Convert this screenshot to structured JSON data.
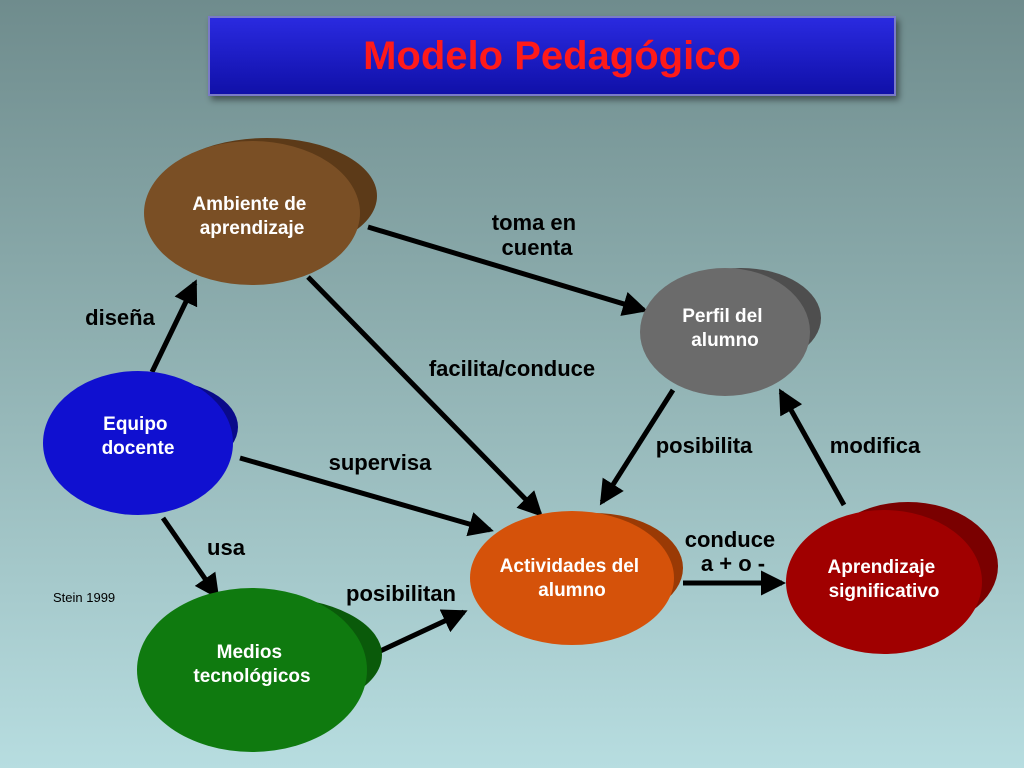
{
  "title": "Modelo Pedagógico",
  "citation": "Stein 1999",
  "colors": {
    "title_bg": "#1a1ac8",
    "title_text": "#ff1a1a",
    "ambiente": "#7a4f25",
    "perfil": "#6b6b6b",
    "equipo": "#1010d0",
    "actividades": "#d5520a",
    "aprendizaje": "#a00000",
    "medios": "#0f7a0f"
  },
  "nodes": {
    "ambiente": {
      "lines": [
        "Ambiente de",
        "aprendizaje"
      ]
    },
    "perfil": {
      "lines": [
        "Perfil del",
        "alumno"
      ]
    },
    "equipo": {
      "lines": [
        "Equipo",
        "docente"
      ]
    },
    "actividades": {
      "lines": [
        "Actividades del",
        "alumno"
      ]
    },
    "aprendizaje": {
      "lines": [
        "Aprendizaje",
        "significativo"
      ]
    },
    "medios": {
      "lines": [
        "Medios",
        "tecnológicos"
      ]
    }
  },
  "edges": {
    "disena": {
      "lines": [
        "diseña"
      ]
    },
    "toma": {
      "lines": [
        "toma en",
        "cuenta"
      ]
    },
    "facilita": {
      "lines": [
        "facilita/conduce"
      ]
    },
    "supervisa": {
      "lines": [
        "supervisa"
      ]
    },
    "posibilita": {
      "lines": [
        "posibilita"
      ]
    },
    "modifica": {
      "lines": [
        "modifica"
      ]
    },
    "usa": {
      "lines": [
        "usa"
      ]
    },
    "conduce": {
      "lines": [
        "conduce",
        "a + o -"
      ]
    },
    "posibilitan": {
      "lines": [
        "posibilitan"
      ]
    }
  }
}
